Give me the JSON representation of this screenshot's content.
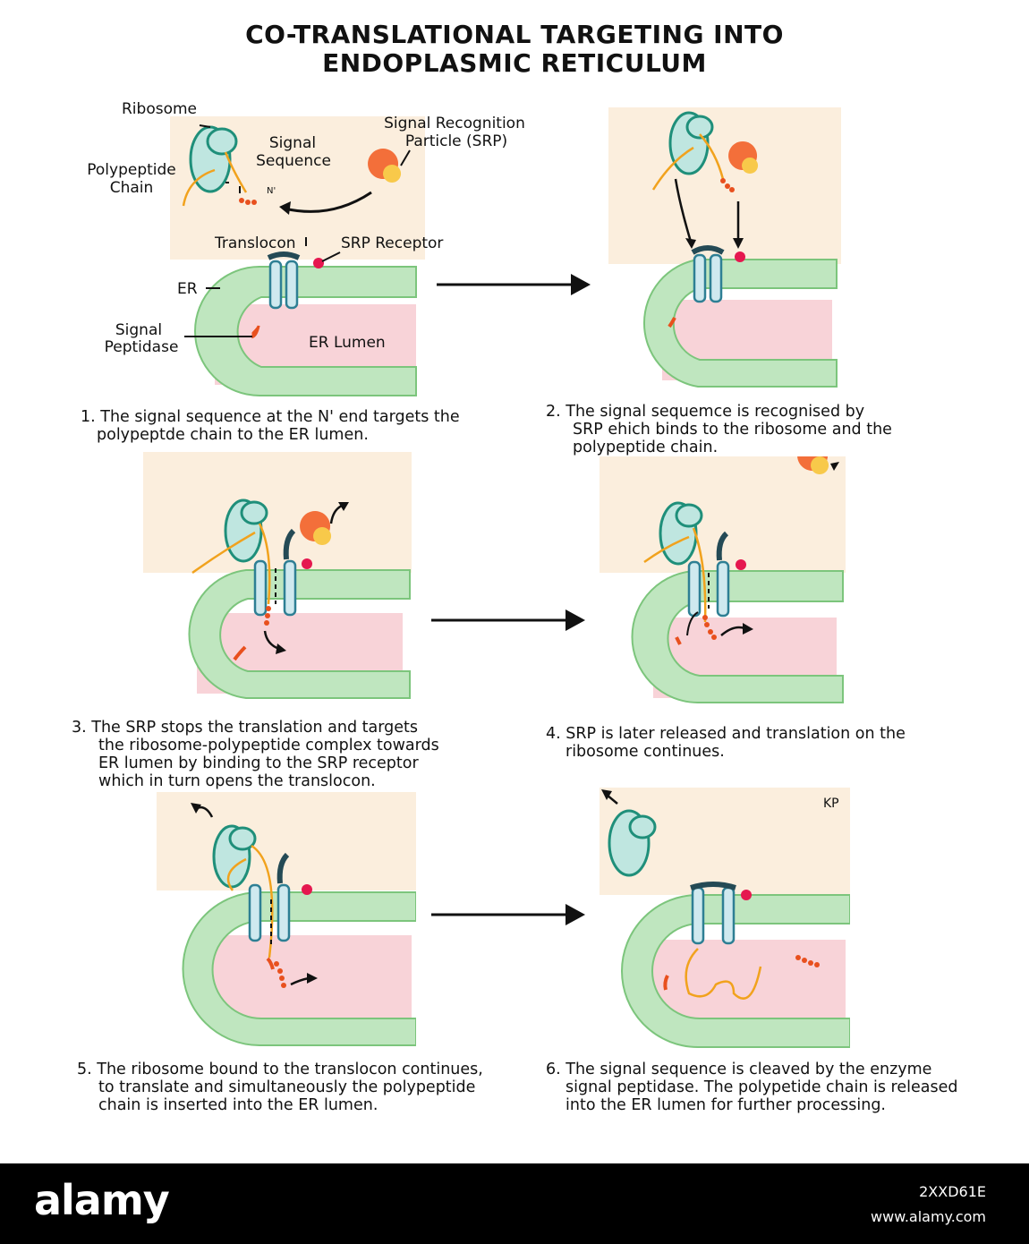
{
  "title": {
    "line1": "CO-TRANSLATIONAL TARGETING INTO",
    "line2": "ENDOPLASMIC RETICULUM"
  },
  "labels": {
    "ribosome": "Ribosome",
    "signal_sequence_1": "Signal",
    "signal_sequence_2": "Sequence",
    "srp_1": "Signal Recognition",
    "srp_2": "Particle (SRP)",
    "polypeptide_1": "Polypeptide",
    "polypeptide_2": "Chain",
    "n_prime": "N'",
    "translocon": "Translocon",
    "srp_receptor": "SRP Receptor",
    "er": "ER",
    "signal_peptidase_1": "Signal",
    "signal_peptidase_2": "Peptidase",
    "er_lumen": "ER Lumen",
    "signature": "KP"
  },
  "steps": [
    {
      "lines": [
        "1. The signal sequence at the N' end targets the",
        "polypeptde chain to the ER lumen."
      ]
    },
    {
      "lines": [
        "2.  The signal sequemce is recognised by",
        "SRP ehich binds to the ribosome and the",
        "polypeptide chain."
      ]
    },
    {
      "lines": [
        "3.  The SRP stops the translation and targets",
        "the ribosome-polypeptide complex towards",
        "ER lumen by binding to the SRP receptor",
        "which in turn opens the translocon."
      ]
    },
    {
      "lines": [
        "4. SRP is later released and translation on the",
        "ribosome continues."
      ]
    },
    {
      "lines": [
        "5. The ribosome bound to the translocon continues,",
        "to translate and simultaneously the polypeptide",
        "chain is inserted into the ER lumen."
      ]
    },
    {
      "lines": [
        "6. The signal sequence is cleaved by the enzyme",
        "signal peptidase. The polypetide chain is released",
        "into the ER lumen for further processing."
      ]
    }
  ],
  "footer": {
    "brand": "alamy",
    "image_id": "2XXD61E",
    "site": "www.alamy.com"
  },
  "colors": {
    "ribosome_fill": "#bfe6e0",
    "ribosome_stroke": "#1f8f7a",
    "srp_outer": "#f36f3a",
    "srp_inner": "#f8c94a",
    "receptor": "#e5184f",
    "membrane": "#bfe6bf",
    "membrane_edge": "#7cc57c",
    "lumen": "#f8d3d8",
    "cytosol": "#fbeedd",
    "translocon": "#2e7f94",
    "polypeptide": "#f1a21d",
    "signal_dot": "#e8501e"
  }
}
